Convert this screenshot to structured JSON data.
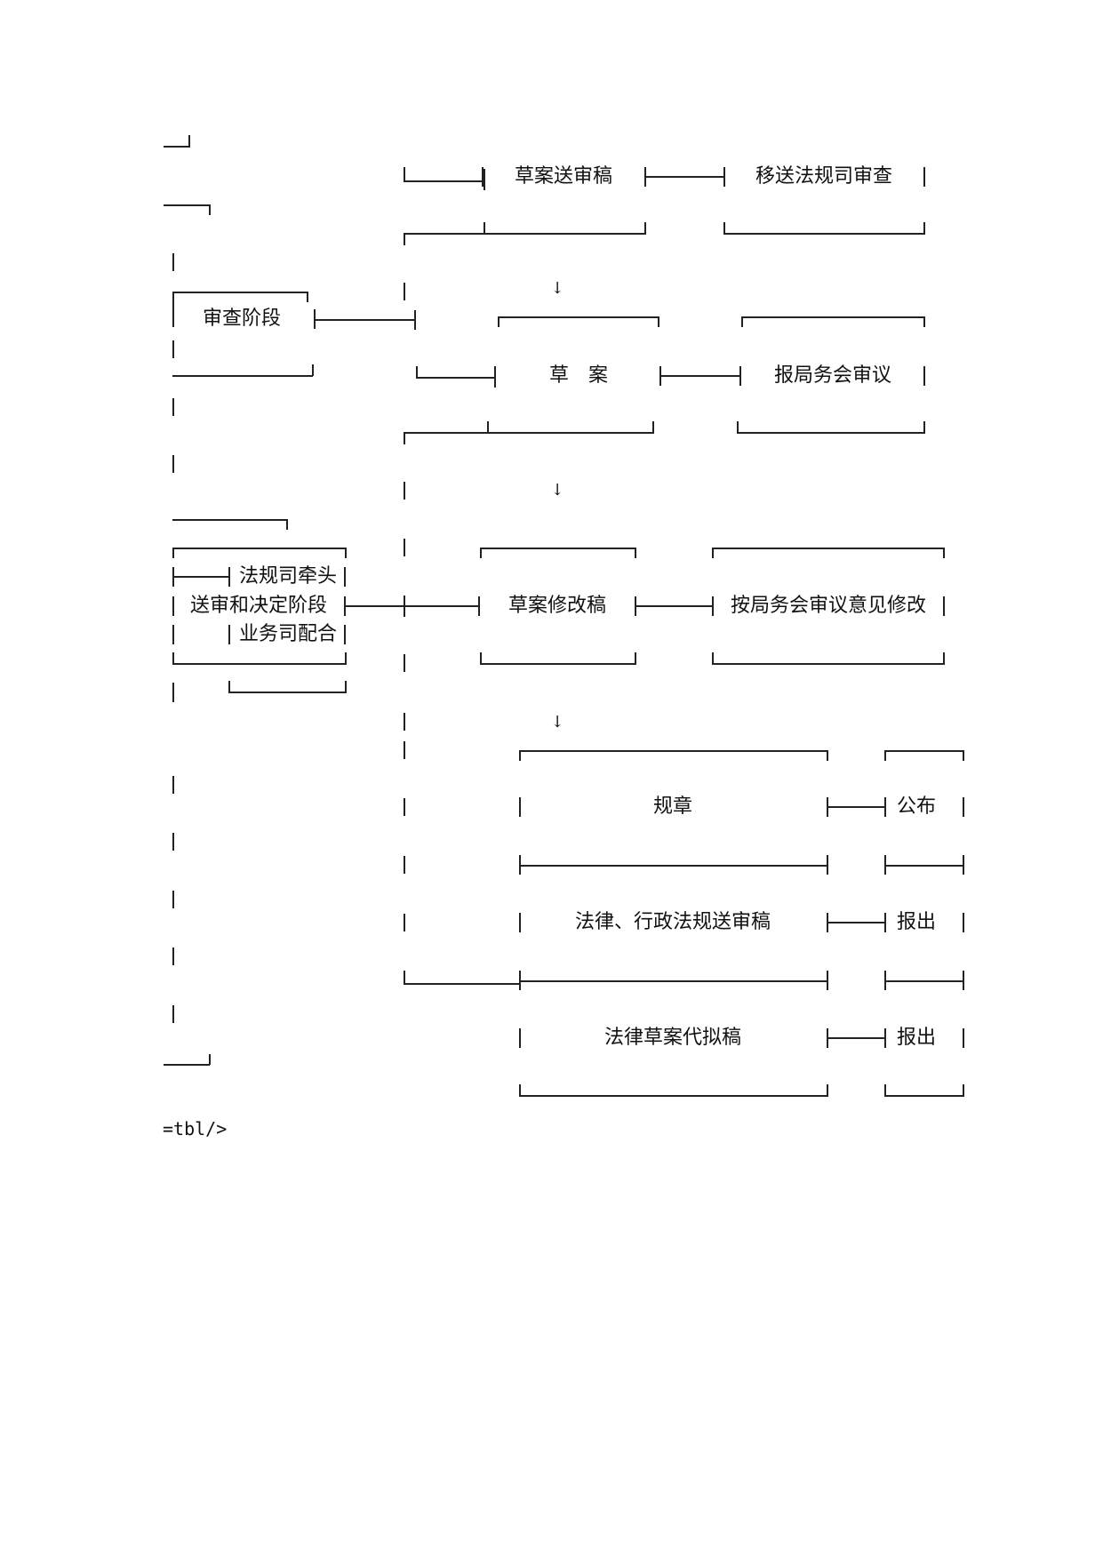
{
  "flowchart": {
    "stages": {
      "review": "审查阶段",
      "lead_line1": "法规司牵头",
      "lead_line2": "送审和决定阶段",
      "lead_line3": "业务司配合"
    },
    "steps": {
      "draft_submission": "草案送审稿",
      "transfer_review": "移送法规司审查",
      "draft": "草　案",
      "bureau_meeting": "报局务会审议",
      "draft_revision": "草案修改稿",
      "revise_by_opinion": "按局务会审议意见修改",
      "regulation": "规章",
      "publish": "公布",
      "law_submission": "法律、行政法规送审稿",
      "report_1": "报出",
      "law_proxy_draft": "法律草案代拟稿",
      "report_2": "报出"
    },
    "arrow_glyph": "↓"
  },
  "footer_text": "=tbl/>"
}
